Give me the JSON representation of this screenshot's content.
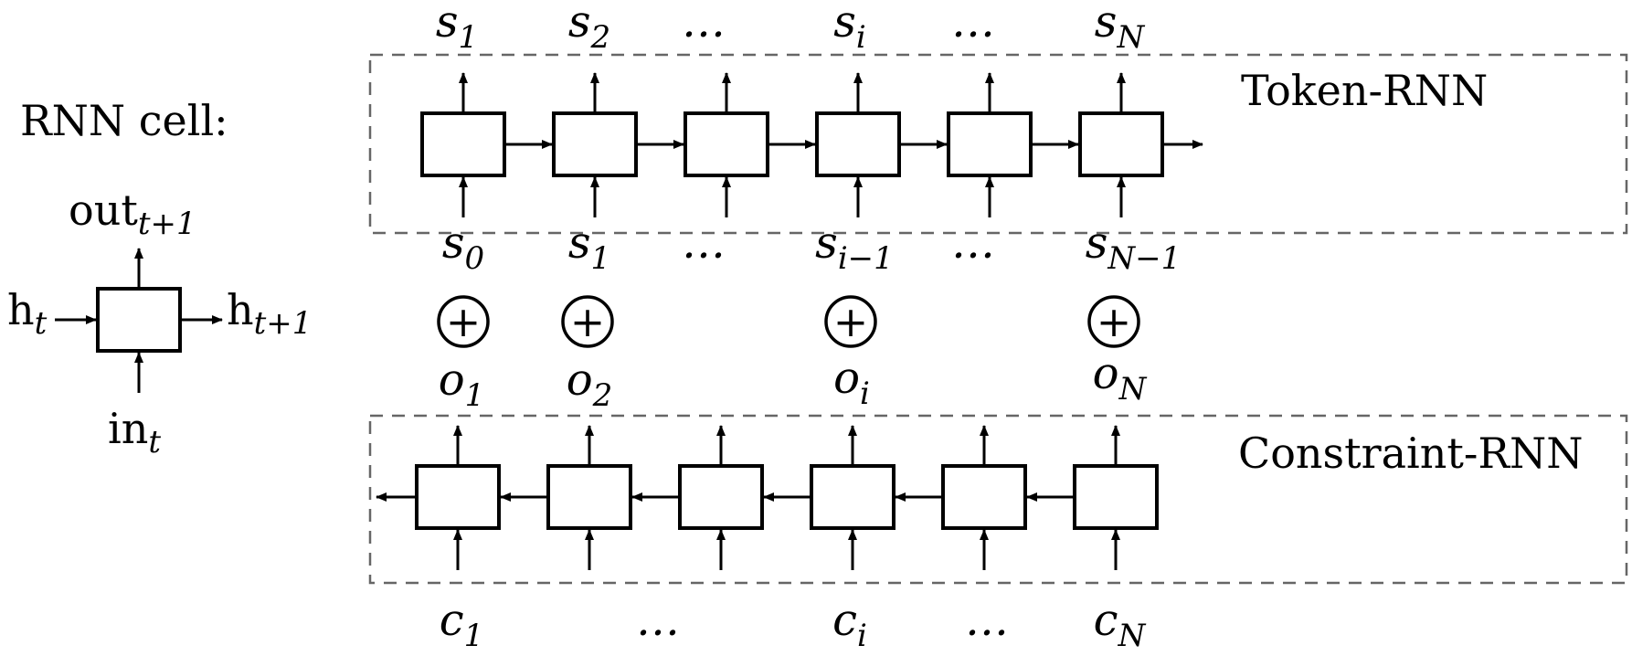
{
  "legend": {
    "title": "RNN cell:",
    "out": "out",
    "out_sub": "t+1",
    "h_in": "h",
    "h_in_sub": "t",
    "h_out": "h",
    "h_out_sub": "t+1",
    "in": "in",
    "in_sub": "t"
  },
  "token_rnn": {
    "label": "Token-RNN",
    "outputs": [
      {
        "base": "s",
        "sub": "1"
      },
      {
        "base": "s",
        "sub": "2"
      },
      {
        "base": "…",
        "sub": ""
      },
      {
        "base": "s",
        "sub": "i"
      },
      {
        "base": "…",
        "sub": ""
      },
      {
        "base": "s",
        "sub": "N"
      }
    ],
    "inputs": [
      {
        "base": "s",
        "sub": "0"
      },
      {
        "base": "s",
        "sub": "1"
      },
      {
        "base": "…",
        "sub": ""
      },
      {
        "base": "s",
        "sub": "i−1"
      },
      {
        "base": "…",
        "sub": ""
      },
      {
        "base": "s",
        "sub": "N−1"
      }
    ]
  },
  "plus_symbol": "+",
  "constraint_outputs": [
    {
      "base": "o",
      "sub": "1"
    },
    {
      "base": "o",
      "sub": "2"
    },
    {
      "base": "o",
      "sub": "i"
    },
    {
      "base": "o",
      "sub": "N"
    }
  ],
  "constraint_rnn": {
    "label": "Constraint-RNN",
    "inputs": [
      {
        "base": "c",
        "sub": "1"
      },
      {
        "base": "…",
        "sub": ""
      },
      {
        "base": "c",
        "sub": "i"
      },
      {
        "base": "…",
        "sub": ""
      },
      {
        "base": "c",
        "sub": "N"
      }
    ]
  }
}
